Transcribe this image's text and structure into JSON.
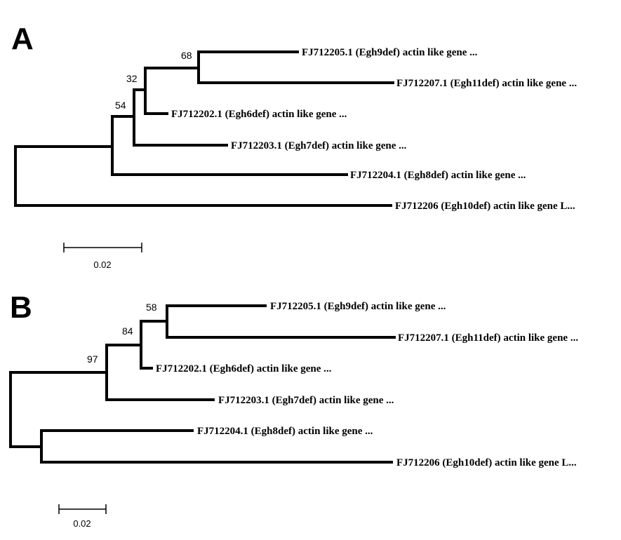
{
  "panels": [
    {
      "id": "A",
      "label": "A",
      "scale_label": "0.02",
      "leaves": [
        "FJ712205.1 (Egh9def) actin like gene ...",
        "FJ712207.1 (Egh11def) actin like gene ...",
        "FJ712202.1 (Egh6def) actin like gene ...",
        "FJ712203.1 (Egh7def) actin like gene ...",
        "FJ712204.1 (Egh8def) actin like gene ...",
        "FJ712206 (Egh10def) actin like gene L..."
      ],
      "support_values": [
        "68",
        "32",
        "54"
      ]
    },
    {
      "id": "B",
      "label": "B",
      "scale_label": "0.02",
      "leaves": [
        "FJ712205.1 (Egh9def) actin like gene ...",
        "FJ712207.1 (Egh11def) actin like gene ...",
        "FJ712202.1 (Egh6def) actin like gene ...",
        "FJ712203.1 (Egh7def) actin like gene ...",
        "FJ712204.1 (Egh8def) actin like gene ...",
        "FJ712206 (Egh10def) actin like gene L..."
      ],
      "support_values": [
        "58",
        "84",
        "97"
      ]
    }
  ]
}
